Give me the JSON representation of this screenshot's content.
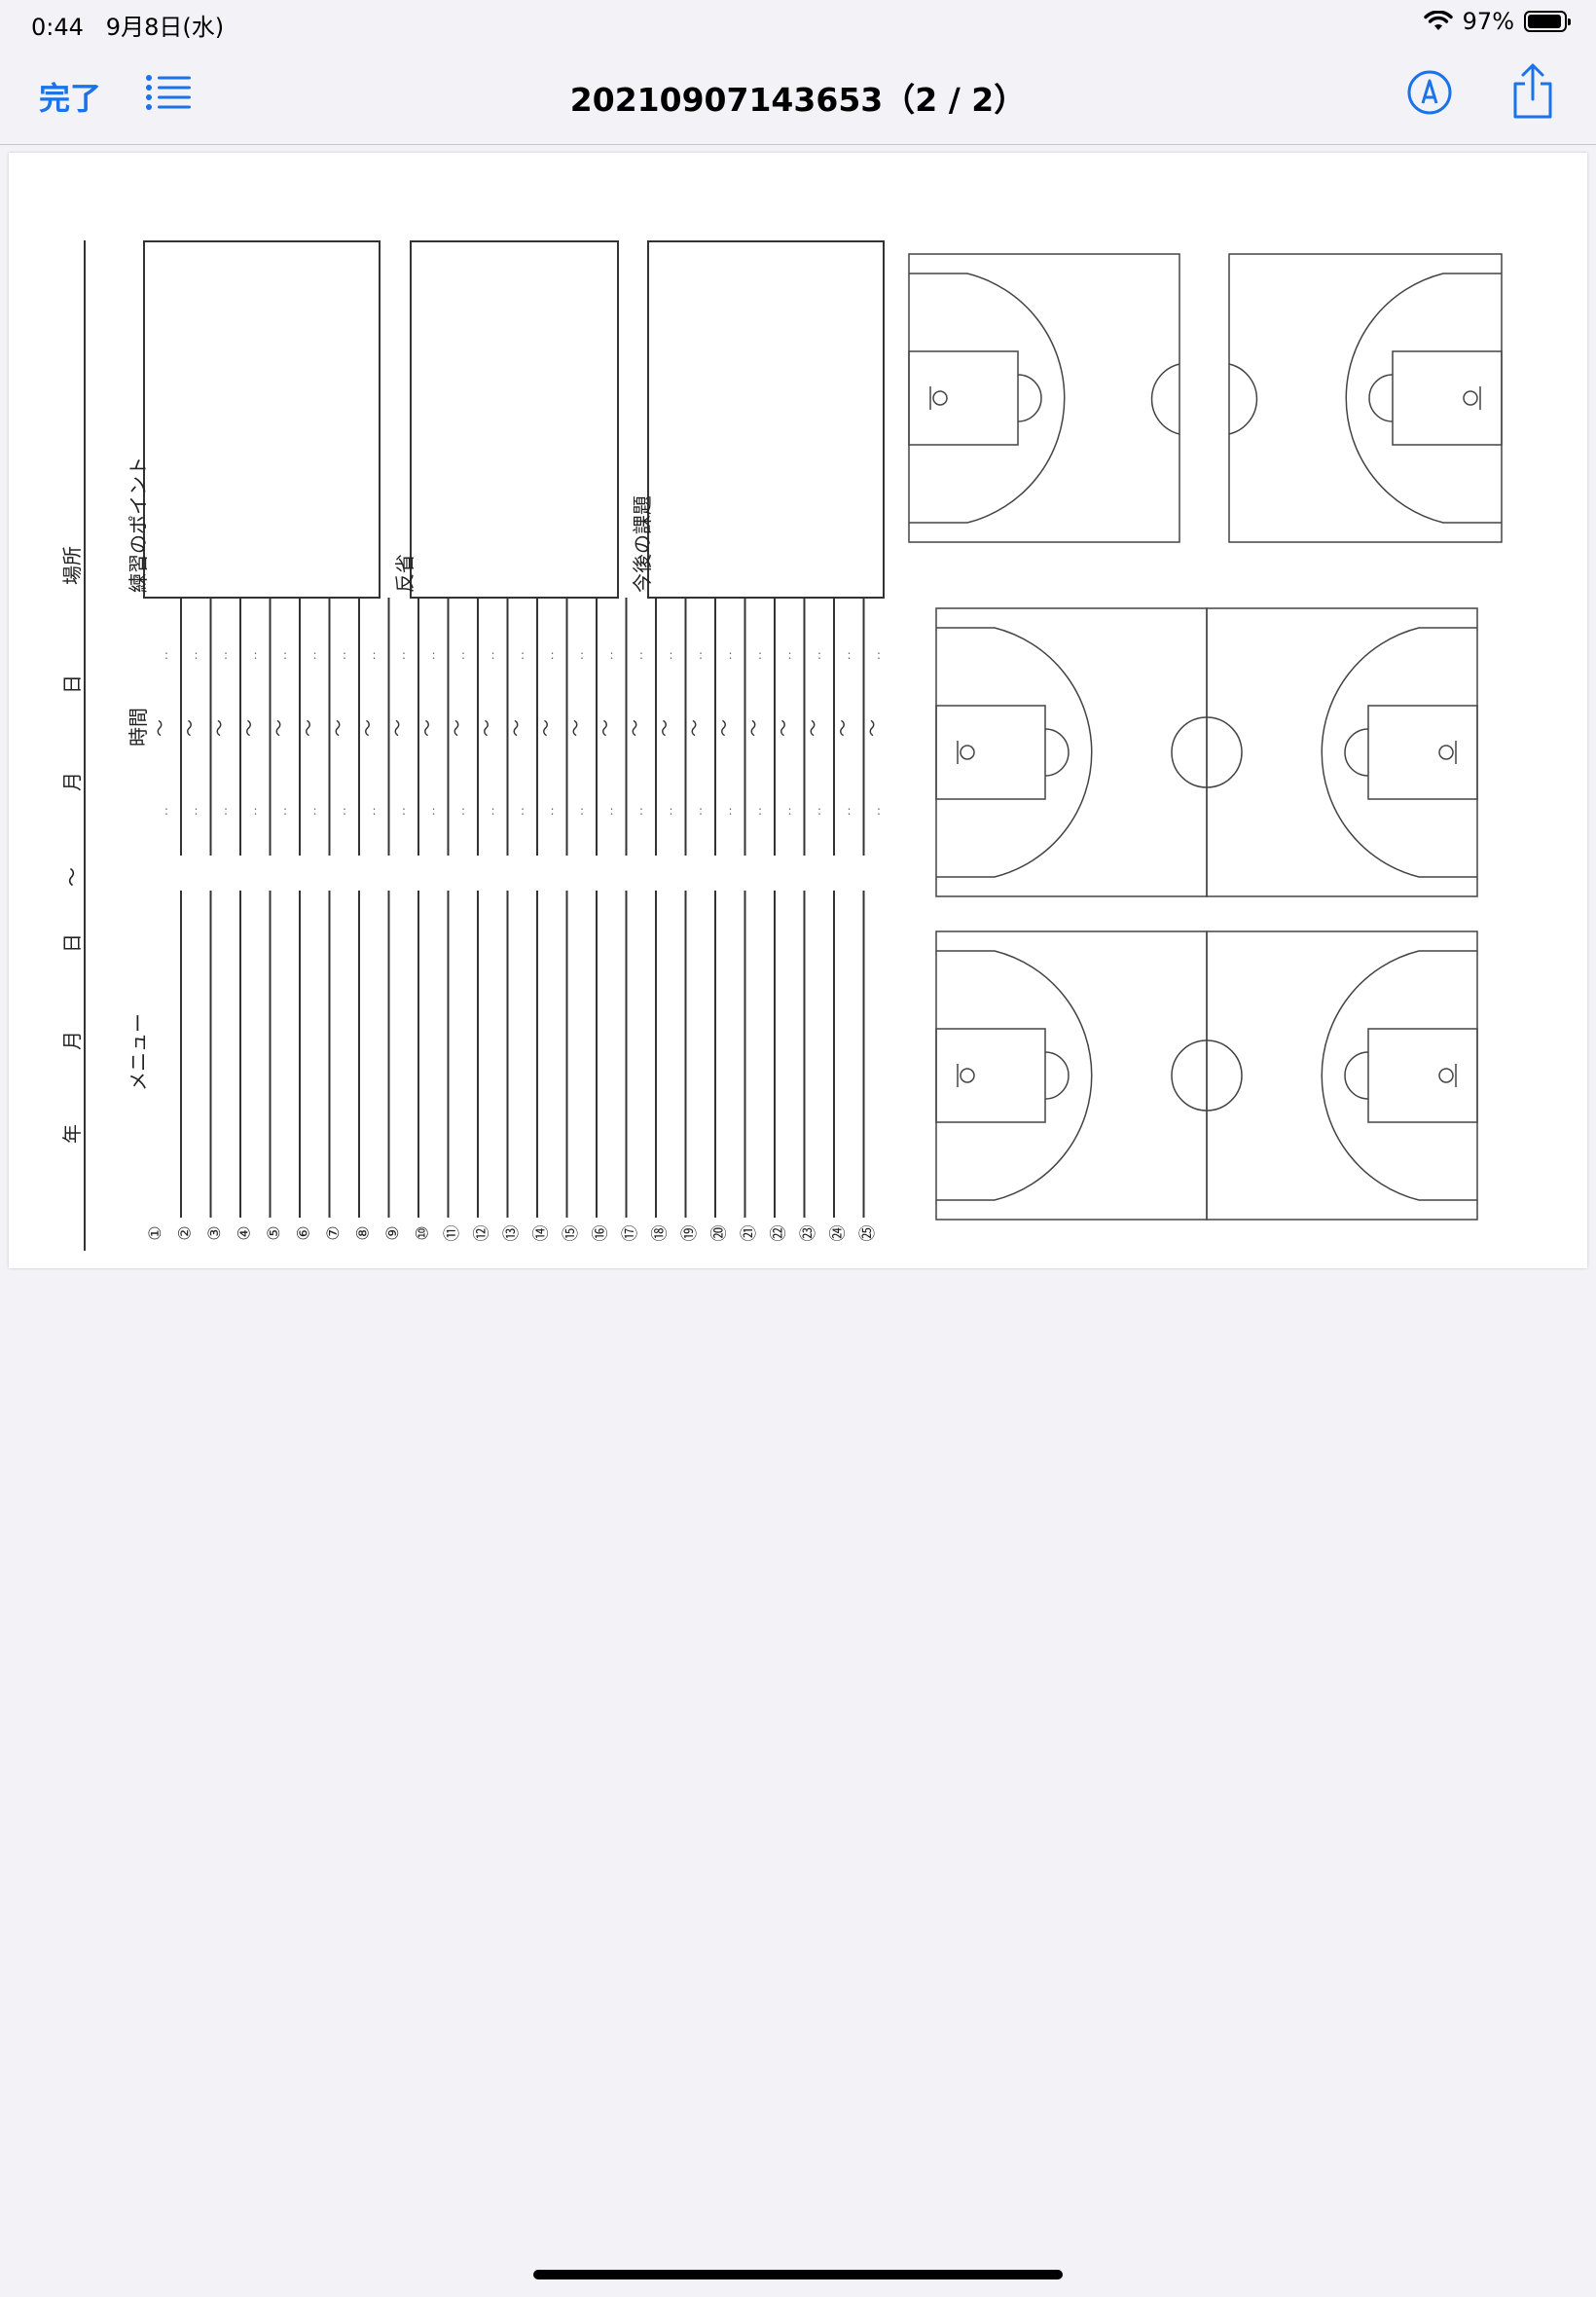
{
  "status_bar": {
    "time": "0:44",
    "date": "9月8日(水)",
    "battery_percent": "97%",
    "battery_level": 0.97
  },
  "navbar": {
    "done_label": "完了",
    "title": "20210907143653（2 / 2）",
    "icons": [
      "list-icon",
      "markup-icon",
      "share-icon"
    ],
    "accent_color": "#1a73e8"
  },
  "document": {
    "header_year": "年",
    "header_month": "月",
    "header_day": "日",
    "header_tilde": "〜",
    "header_place": "場所",
    "menu_label": "メニュー",
    "time_label": "時間",
    "practice_points_label": "練習のポイント",
    "reflection_label": "反省",
    "future_tasks_label": "今後の課題",
    "time_tilde": "〜",
    "row_numbers": [
      "①",
      "②",
      "③",
      "④",
      "⑤",
      "⑥",
      "⑦",
      "⑧",
      "⑨",
      "⑩",
      "⑪",
      "⑫",
      "⑬",
      "⑭",
      "⑮",
      "⑯",
      "⑰",
      "⑱",
      "⑲",
      "⑳",
      "㉑",
      "㉒",
      "㉓",
      "㉔",
      "㉕"
    ]
  }
}
